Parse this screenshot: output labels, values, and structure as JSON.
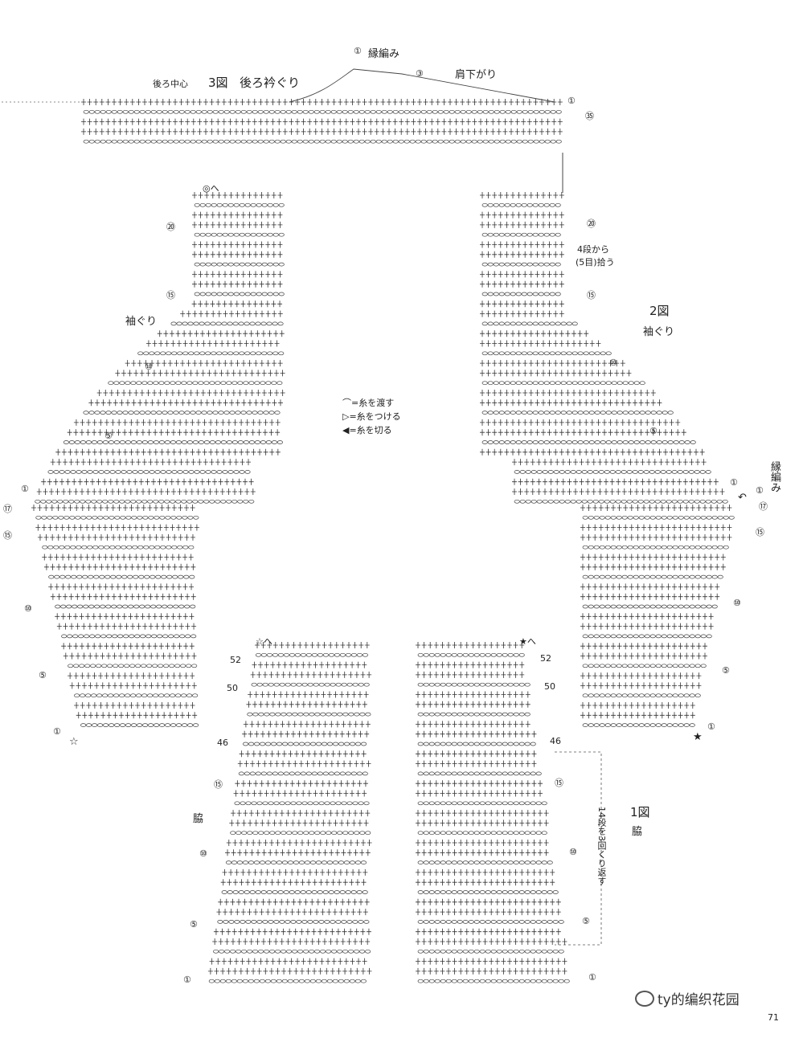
{
  "labels": {
    "fig3_title": "3図",
    "back_neckline": "後ろ衿ぐり",
    "back_center": "後ろ中心",
    "edging_top": "縁編み",
    "shoulder_drop": "肩下がり",
    "armhole_left": "袖ぐり",
    "fig2_title": "2図",
    "armhole_right": "袖ぐり",
    "edging_right": "縁編み",
    "pickup_note_1": "4段から",
    "pickup_note_2": "(5目)拾う",
    "fig1_title": "1図",
    "side_left": "脇",
    "side_right": "脇",
    "repeat_note": "14段を3回くり返す",
    "star_white_to": "☆へ",
    "star_black_to": "★へ",
    "double_circle_to": "◎へ",
    "watermark": "ty的编织花园",
    "page_number": "71"
  },
  "legend": [
    {
      "symbol": "⌒",
      "text": "=糸を渡す"
    },
    {
      "symbol": "▷",
      "text": "=糸をつける"
    },
    {
      "symbol": "◀",
      "text": "=糸を切る"
    }
  ],
  "row_markers": {
    "top_edge_1": "①",
    "top_3": "③",
    "top_right_1": "①",
    "top_right_35": "㉟",
    "upper_left_20": "⑳",
    "upper_left_15": "⑮",
    "upper_left_10": "⑩",
    "upper_left_5": "⑤",
    "upper_left_1": "①",
    "upper_right_20": "⑳",
    "upper_right_15": "⑮",
    "upper_right_10": "⑩",
    "upper_right_5": "⑤",
    "upper_right_1a": "①",
    "upper_right_1b": "①",
    "left_17": "⑰",
    "left_15": "⑮",
    "left_10": "⑩",
    "left_5": "⑤",
    "left_1": "①",
    "right_17": "⑰",
    "right_15": "⑮",
    "right_10": "⑩",
    "right_5": "⑤",
    "right_1": "①",
    "bl_52": "52",
    "bl_50": "50",
    "bl_46": "46",
    "bl_15": "⑮",
    "bl_10": "⑩",
    "bl_5": "⑤",
    "bl_1": "①",
    "br_52": "52",
    "br_50": "50",
    "br_46": "46",
    "br_15": "⑮",
    "br_10": "⑩",
    "br_5": "⑤",
    "br_1": "①"
  }
}
